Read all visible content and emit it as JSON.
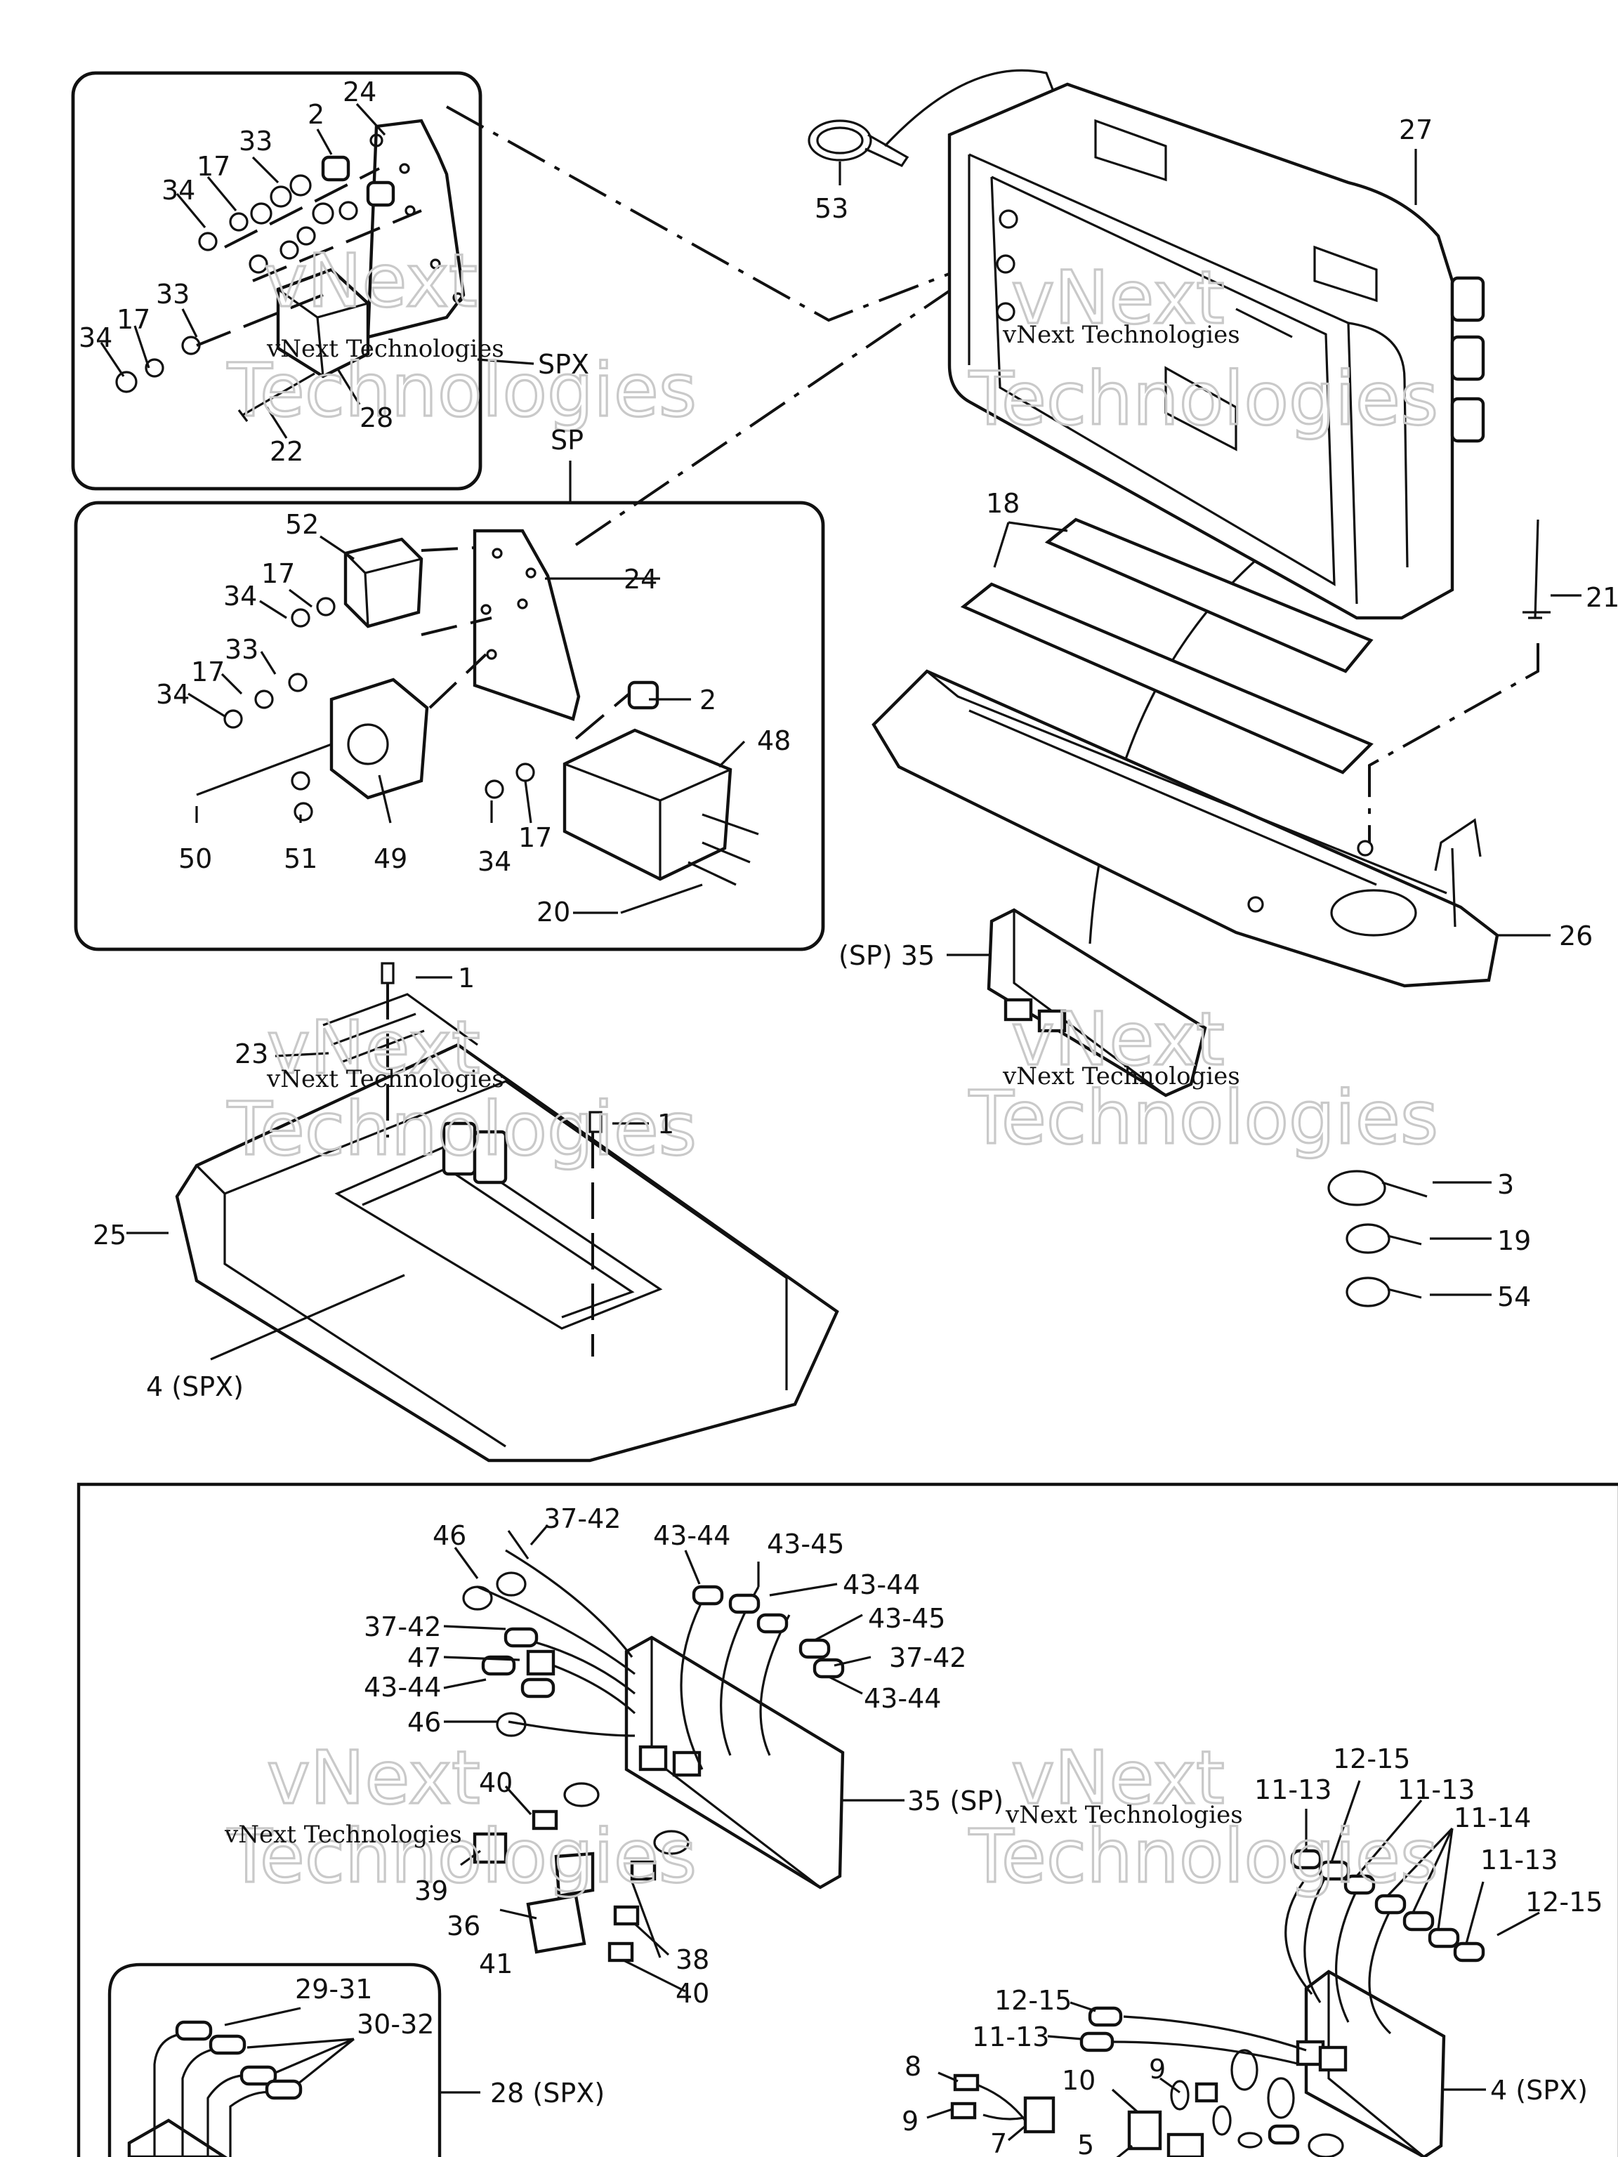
{
  "watermark": {
    "line1": "vNext Technologies",
    "outline1": "vNext",
    "outline2": "Technologies"
  },
  "labels": {
    "p24_top": "24",
    "p2_top": "2",
    "p33_a": "33",
    "p17_a": "17",
    "p34_a": "34",
    "p33_b": "33",
    "p17_b": "17",
    "p34_b": "34",
    "p22": "22",
    "p28": "28",
    "spx": "SPX",
    "p53": "53",
    "p27": "27",
    "sp": "SP",
    "p18": "18",
    "p21": "21",
    "p52": "52",
    "p17_c": "17",
    "p34_c": "34",
    "p24_mid": "24",
    "p17_d": "17",
    "p33_c": "33",
    "p34_d": "34",
    "p2_mid": "2",
    "p48": "48",
    "p50": "50",
    "p51": "51",
    "p49": "49",
    "p34_e": "34",
    "p17_e": "17",
    "p20": "20",
    "p26": "26",
    "sp35": "(SP) 35",
    "p1_a": "1",
    "p1_b": "1",
    "p23": "23",
    "p25": "25",
    "p4spx_a": "4 (SPX)",
    "p3": "3",
    "p19": "19",
    "p54": "54",
    "p46_a": "46",
    "p37_42_a": "37-42",
    "p43_44_a": "43-44",
    "p43_45_a": "43-45",
    "p43_44_b": "43-44",
    "p43_45_b": "43-45",
    "p37_42_b": "37-42",
    "p47": "47",
    "p37_42_c": "37-42",
    "p43_44_c": "43-44",
    "p43_44_d": "43-44",
    "p46_b": "46",
    "p40_a": "40",
    "p35sp": "35 (SP)",
    "p39": "39",
    "p36": "36",
    "p41": "41",
    "p38": "38",
    "p40_b": "40",
    "p12_15_a": "12-15",
    "p11_13_a": "11-13",
    "p11_13_b": "11-13",
    "p11_14": "11-14",
    "p11_13_c": "11-13",
    "p12_15_b": "12-15",
    "p12_15_c": "12-15",
    "p11_13_d": "11-13",
    "p29_31": "29-31",
    "p30_32": "30-32",
    "p28spx": "28 (SPX)",
    "p8": "8",
    "p9_a": "9",
    "p10": "10",
    "p9_b": "9",
    "p7": "7",
    "p5": "5",
    "p4spx_b": "4 (SPX)"
  }
}
